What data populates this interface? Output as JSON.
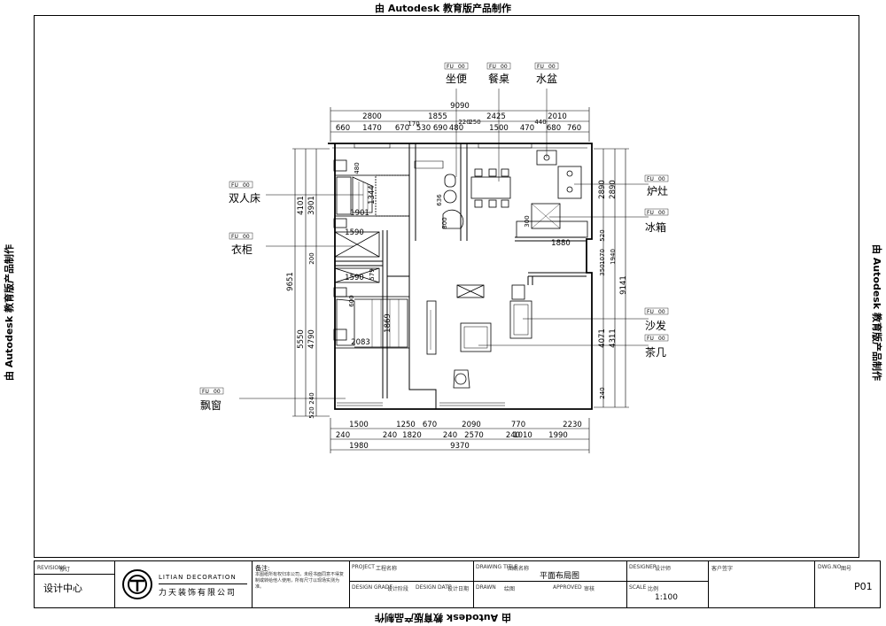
{
  "watermark": {
    "text": "由 Autodesk 教育版产品制作"
  },
  "tags": {
    "prefix": "FU",
    "code": "00",
    "toilet": "坐便",
    "dining_table": "餐桌",
    "sink": "水盆",
    "double_bed": "双人床",
    "wardrobe": "衣柜",
    "stove": "炉灶",
    "fridge": "冰箱",
    "sofa": "沙发",
    "tea_table": "茶几",
    "bay_window": "飘窗"
  },
  "dims": {
    "top_overall": "9090",
    "top_row2": [
      "2800",
      "1855",
      "2425",
      "2010"
    ],
    "top_small_220": "220",
    "top_small_250": "250",
    "top_small_440": "440",
    "top_row3": [
      "660",
      "1470",
      "670",
      "170",
      "530",
      "690",
      "480",
      "1500",
      "470",
      "680",
      "760"
    ],
    "left_outer": "9651",
    "left_4101": "4101",
    "left_3901": "3901",
    "left_200": "200",
    "left_5550": "5550",
    "left_4790": "4790",
    "left_240": "240",
    "left_520": "520",
    "right_2890a": "2890",
    "right_2890b": "2890",
    "right_520": "520",
    "right_1070": "1070",
    "right_350": "350",
    "right_1940": "1940",
    "right_9141": "9141",
    "right_4071": "4071",
    "right_4311": "4311",
    "right_240": "240",
    "bottom_row1": [
      "1500",
      "1250",
      "670",
      "2090",
      "770",
      "2230"
    ],
    "bottom_row2": [
      "240",
      "1980",
      "240",
      "1820",
      "240",
      "2570",
      "240",
      "1010",
      "1990"
    ],
    "bottom_overall": "9370",
    "bed_1901": "1901",
    "bed_1344": "1344",
    "bed_480": "480",
    "wardrobe_1590a": "1590",
    "wardrobe_1590b": "1590",
    "wardrobe_579": "579",
    "bed2_2083": "2083",
    "bed2_1869": "1869",
    "bed2_600": "600",
    "bath_636": "636",
    "bath_800": "800",
    "kitchen_300": "300",
    "kitchen_1880": "1880"
  },
  "titleblock": {
    "revisions": "REVISIONS",
    "revisions_cn": "修订",
    "design_center": "设计中心",
    "company_en": "LITIAN DECORATION",
    "company_cn": "力天装饰有限公司",
    "notes_label": "备注:",
    "notes_text": "本图纸所有权归本公司，未经书面同意不得复制或转给他人使用，所有尺寸以现场实测为准。",
    "project_label": "PROJECT",
    "project_cn": "工程名称",
    "design_grade_label": "DESIGN GRADE",
    "design_grade_cn": "设计阶段",
    "design_date_label": "DESIGN DATE",
    "design_date_cn": "设计日期",
    "drawing_title_label": "DRAWING TITLE",
    "drawing_title_cn": "图纸名称",
    "drawing_title": "平面布局图",
    "drawn_label": "DRAWN",
    "drawn_cn": "绘图",
    "approved_label": "APPROVED",
    "approved_cn": "审核",
    "designer_label": "DESIGNER",
    "designer_cn": "设计师",
    "client_label": "客户签字",
    "scale_label": "SCALE",
    "scale_cn": "比例",
    "scale_value": "1:100",
    "dwg_no_label": "DWG.NO",
    "dwg_no_cn": "图号",
    "dwg_no": "P01"
  }
}
